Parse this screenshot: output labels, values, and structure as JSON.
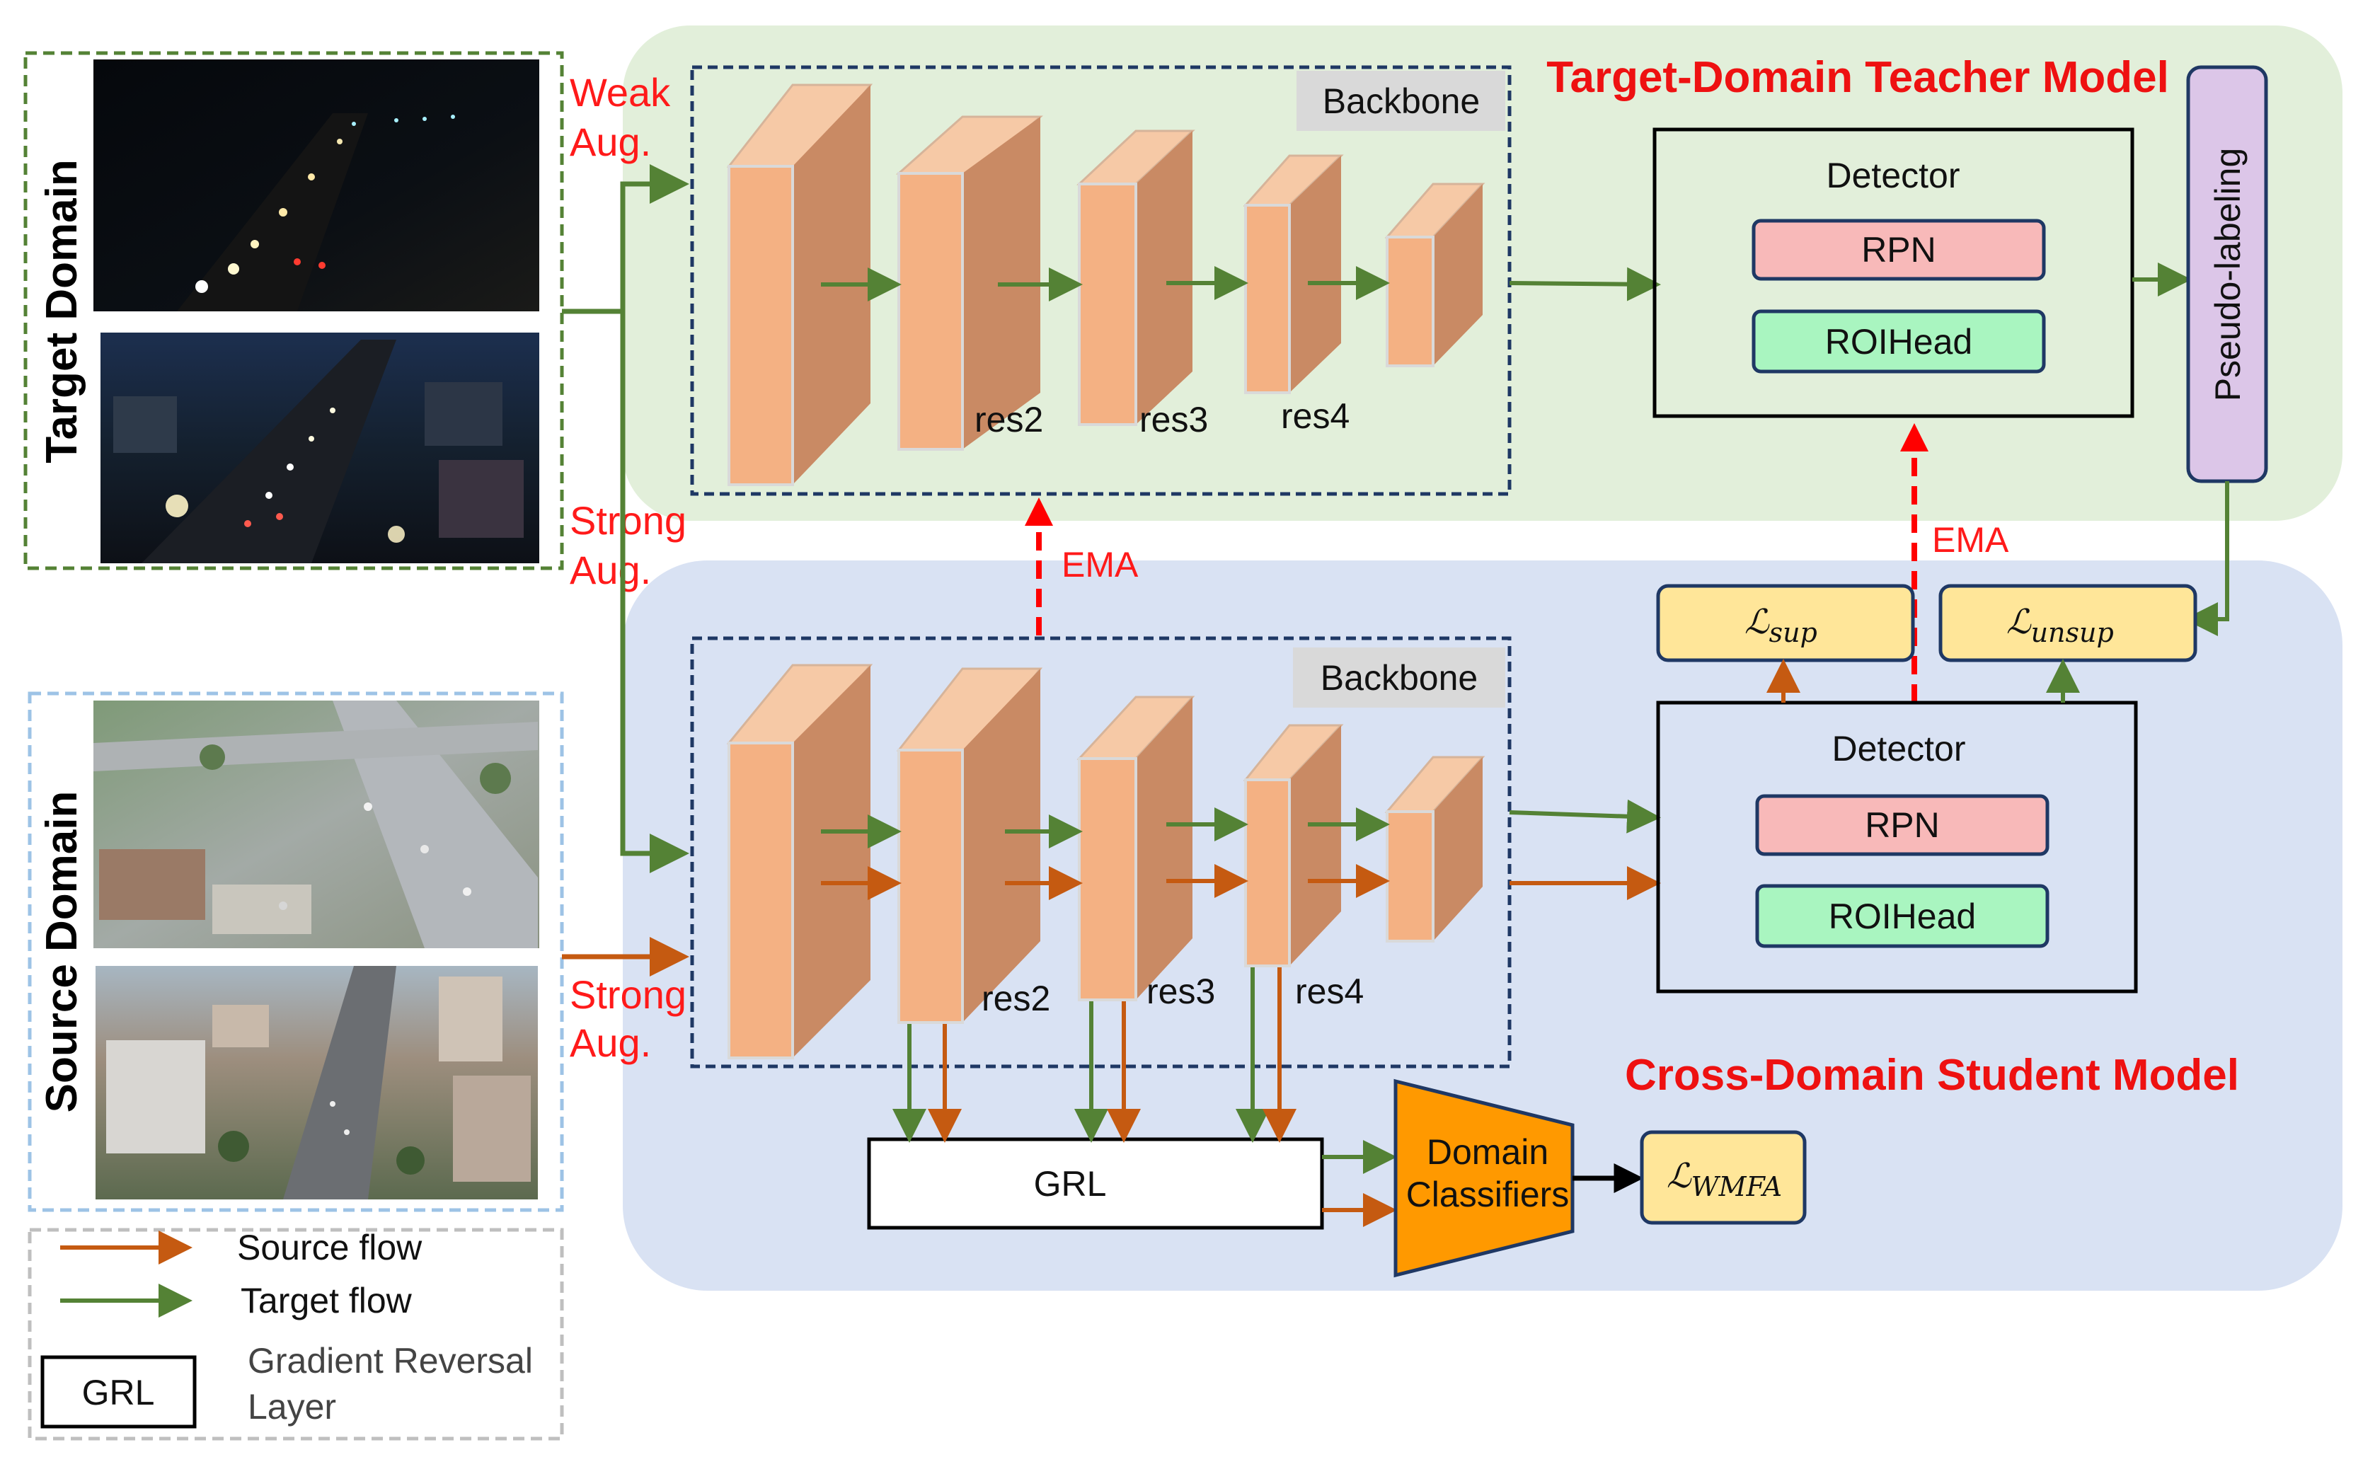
{
  "teacher": {
    "title": "Target-Domain Teacher Model",
    "backbone_label": "Backbone",
    "res_labels": [
      "res2",
      "res3",
      "res4"
    ],
    "detector": {
      "title": "Detector",
      "rpn": "RPN",
      "roihead": "ROIHead"
    },
    "pseudo_label": "Pseudo-labeling"
  },
  "student": {
    "title": "Cross-Domain Student Model",
    "backbone_label": "Backbone",
    "res_labels": [
      "res2",
      "res3",
      "res4"
    ],
    "detector": {
      "title": "Detector",
      "rpn": "RPN",
      "roihead": "ROIHead"
    },
    "grl": "GRL",
    "domain_classifiers": [
      "Domain",
      "Classifiers"
    ],
    "loss_sup": {
      "base": "ℒ",
      "sub": "sup"
    },
    "loss_unsup": {
      "base": "ℒ",
      "sub": "unsup"
    },
    "loss_wmfa": {
      "base": "ℒ",
      "sub": "WMFA"
    }
  },
  "inputs": {
    "target_domain": "Target Domain",
    "source_domain": "Source Domain",
    "weak_aug": [
      "Weak",
      "Aug."
    ],
    "strong_aug_target": [
      "Strong",
      "Aug."
    ],
    "strong_aug_source": [
      "Strong",
      "Aug."
    ]
  },
  "ema": {
    "left": "EMA",
    "right": "EMA"
  },
  "legend": {
    "source_flow": "Source flow",
    "target_flow": "Target flow",
    "grl_box": "GRL",
    "grl_desc": [
      "Gradient Reversal",
      "Layer"
    ]
  },
  "colors": {
    "teacher_bg": "#e2efda",
    "student_bg": "#d9e2f3",
    "source_arrow": "#c55a11",
    "target_arrow": "#548235",
    "ema_arrow": "#ff0000",
    "rpn_fill": "#f8b9b9",
    "roihead_fill": "#a9f5c0",
    "loss_fill": "#ffe699",
    "pseudo_fill": "#dcc6e8",
    "classifier_fill": "#ff9900",
    "block_front": "#f4b183",
    "block_side": "#c98a64"
  }
}
